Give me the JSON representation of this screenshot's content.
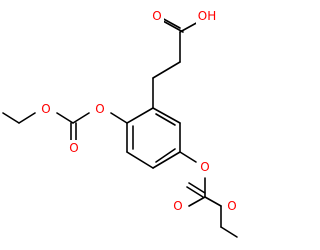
{
  "colors": {
    "background": "#ffffff",
    "bond": "#000000",
    "oxygen": "#ff0000"
  },
  "atoms": {
    "carboxyl_carbonyl_oxygen": "O",
    "hydroxyl": "OH",
    "ester_oxygen_upper": "O",
    "ring_oxygen_upper": "O",
    "carbonyl_oxygen_upper": "O",
    "ring_oxygen_lower": "O",
    "carbonyl_oxygen_lower": "O",
    "ester_oxygen_lower": "O"
  }
}
